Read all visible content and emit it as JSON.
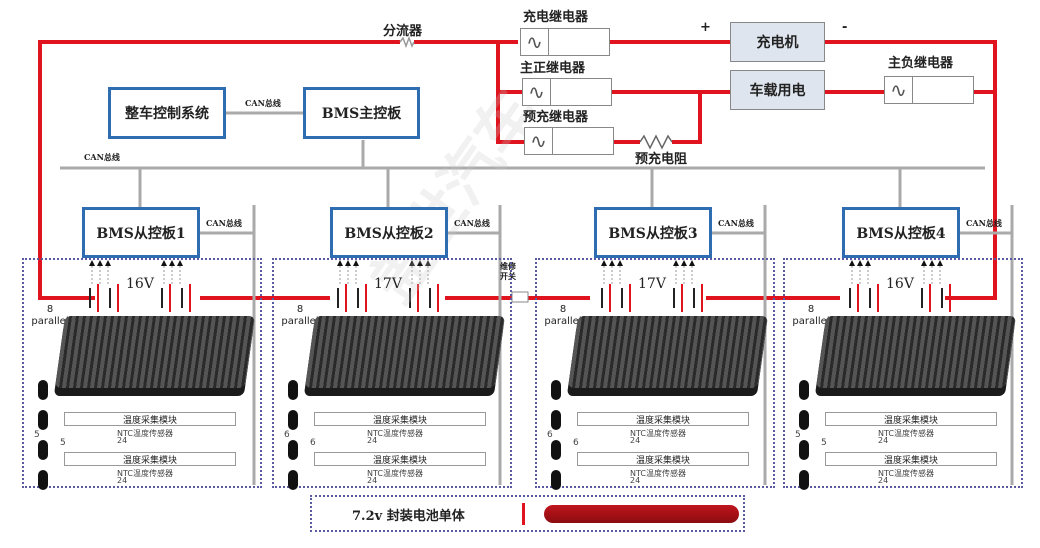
{
  "title_shunt": "分流器",
  "relays": {
    "charge": "充电继电器",
    "main_pos": "主正继电器",
    "precharge": "预充继电器",
    "main_neg": "主负继电器"
  },
  "precharge_resistor": "预充电阻",
  "charger": "充电机",
  "onboard_power": "车载用电",
  "plus": "+",
  "minus": "-",
  "vehicle_control": "整车控制系统",
  "bms_master": "BMS主控板",
  "can_bus": "CAN总线",
  "service_switch": "维修开关",
  "modules": [
    {
      "slave": "BMS从控板1",
      "voltage": "16V",
      "parallel": "8",
      "parallel_label": "parallel",
      "temp_count": "5"
    },
    {
      "slave": "BMS从控板2",
      "voltage": "17V",
      "parallel": "8",
      "parallel_label": "parallel",
      "temp_count": "6"
    },
    {
      "slave": "BMS从控板3",
      "voltage": "17V",
      "parallel": "8",
      "parallel_label": "parallel",
      "temp_count": "6"
    },
    {
      "slave": "BMS从控板4",
      "voltage": "16V",
      "parallel": "8",
      "parallel_label": "parallel",
      "temp_count": "5"
    }
  ],
  "temp_module": "温度采集模块",
  "ntc_sensor": "NTC温度传感器",
  "ntc_count": "24",
  "ellipsis": "···",
  "cell_caption": "7.2v 封装电池单体",
  "colors": {
    "wire": "#e0141e",
    "box_border": "#2f6db3",
    "can": "#aaaaaa"
  }
}
